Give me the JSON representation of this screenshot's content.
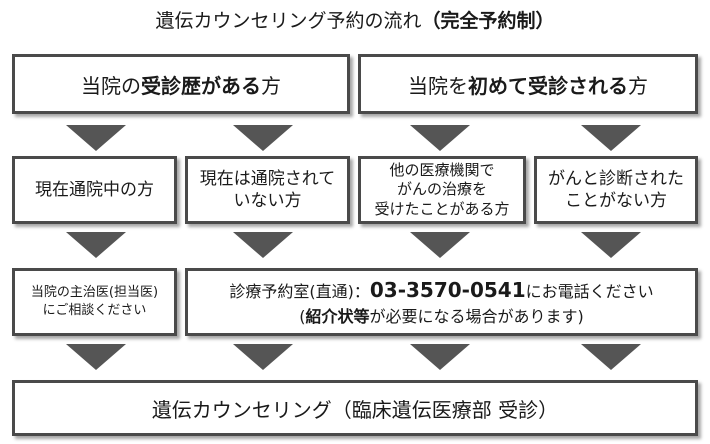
{
  "title": {
    "prefix": "遺伝カウンセリング予約の流れ",
    "bold": "（完全予約制）"
  },
  "headers": [
    {
      "part1": "当院の",
      "bold1": "受診歴がある",
      "part2": "方"
    },
    {
      "part1": "当院を",
      "bold1": "初めて受診される",
      "part2": "方"
    }
  ],
  "middle": [
    {
      "lines": [
        "現在通院中の方"
      ]
    },
    {
      "lines": [
        "現在は通院されて",
        "いない方"
      ]
    },
    {
      "lines": [
        "他の医療機関で",
        "がんの治療を",
        "受けたことがある方"
      ]
    },
    {
      "lines": [
        "がんと診断された",
        "ことがない方"
      ]
    }
  ],
  "bottom_left": {
    "lines": [
      "当院の主治医(担当医)",
      "にご相談ください"
    ]
  },
  "bottom_right": {
    "line1_prefix": "診療予約室(直通)：",
    "phone": "03-3570-0541",
    "line1_suffix": "にお電話ください",
    "line2_open": "(",
    "line2_bold": "紹介状等",
    "line2_rest": "が必要になる場合があります)"
  },
  "final": "遺伝カウンセリング（臨床遺伝医療部 受診）",
  "colors": {
    "border": "#4a4a4a",
    "arrow": "#555555",
    "text": "#1a1a1a"
  }
}
